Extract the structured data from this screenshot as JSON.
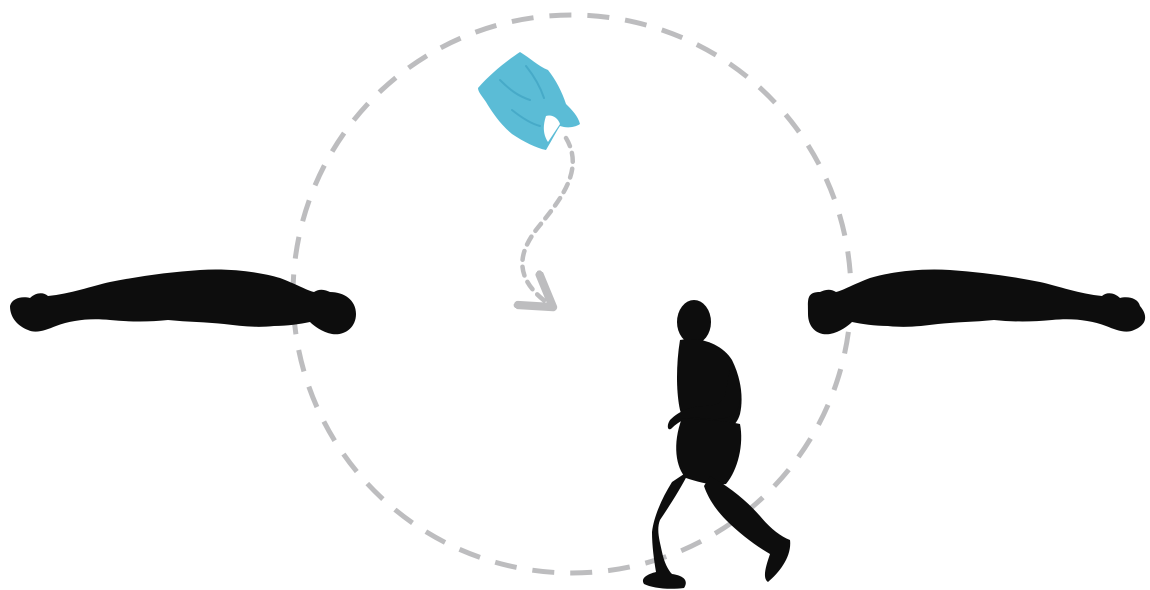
{
  "colors": {
    "background": "#ffffff",
    "circle": "#bdbdbf",
    "arrow": "#bdbdbf",
    "silhouette": "#0d0d0d",
    "bag": "#5bbcd6",
    "bag_shadow": "#3fa3c2"
  },
  "figures": {
    "left_person": "lying-person-left",
    "right_person": "lying-person-right",
    "runner": "running-person",
    "bag": "plastic-bag",
    "path": "dashed-circle-path",
    "arrow": "curved-dashed-arrow"
  }
}
